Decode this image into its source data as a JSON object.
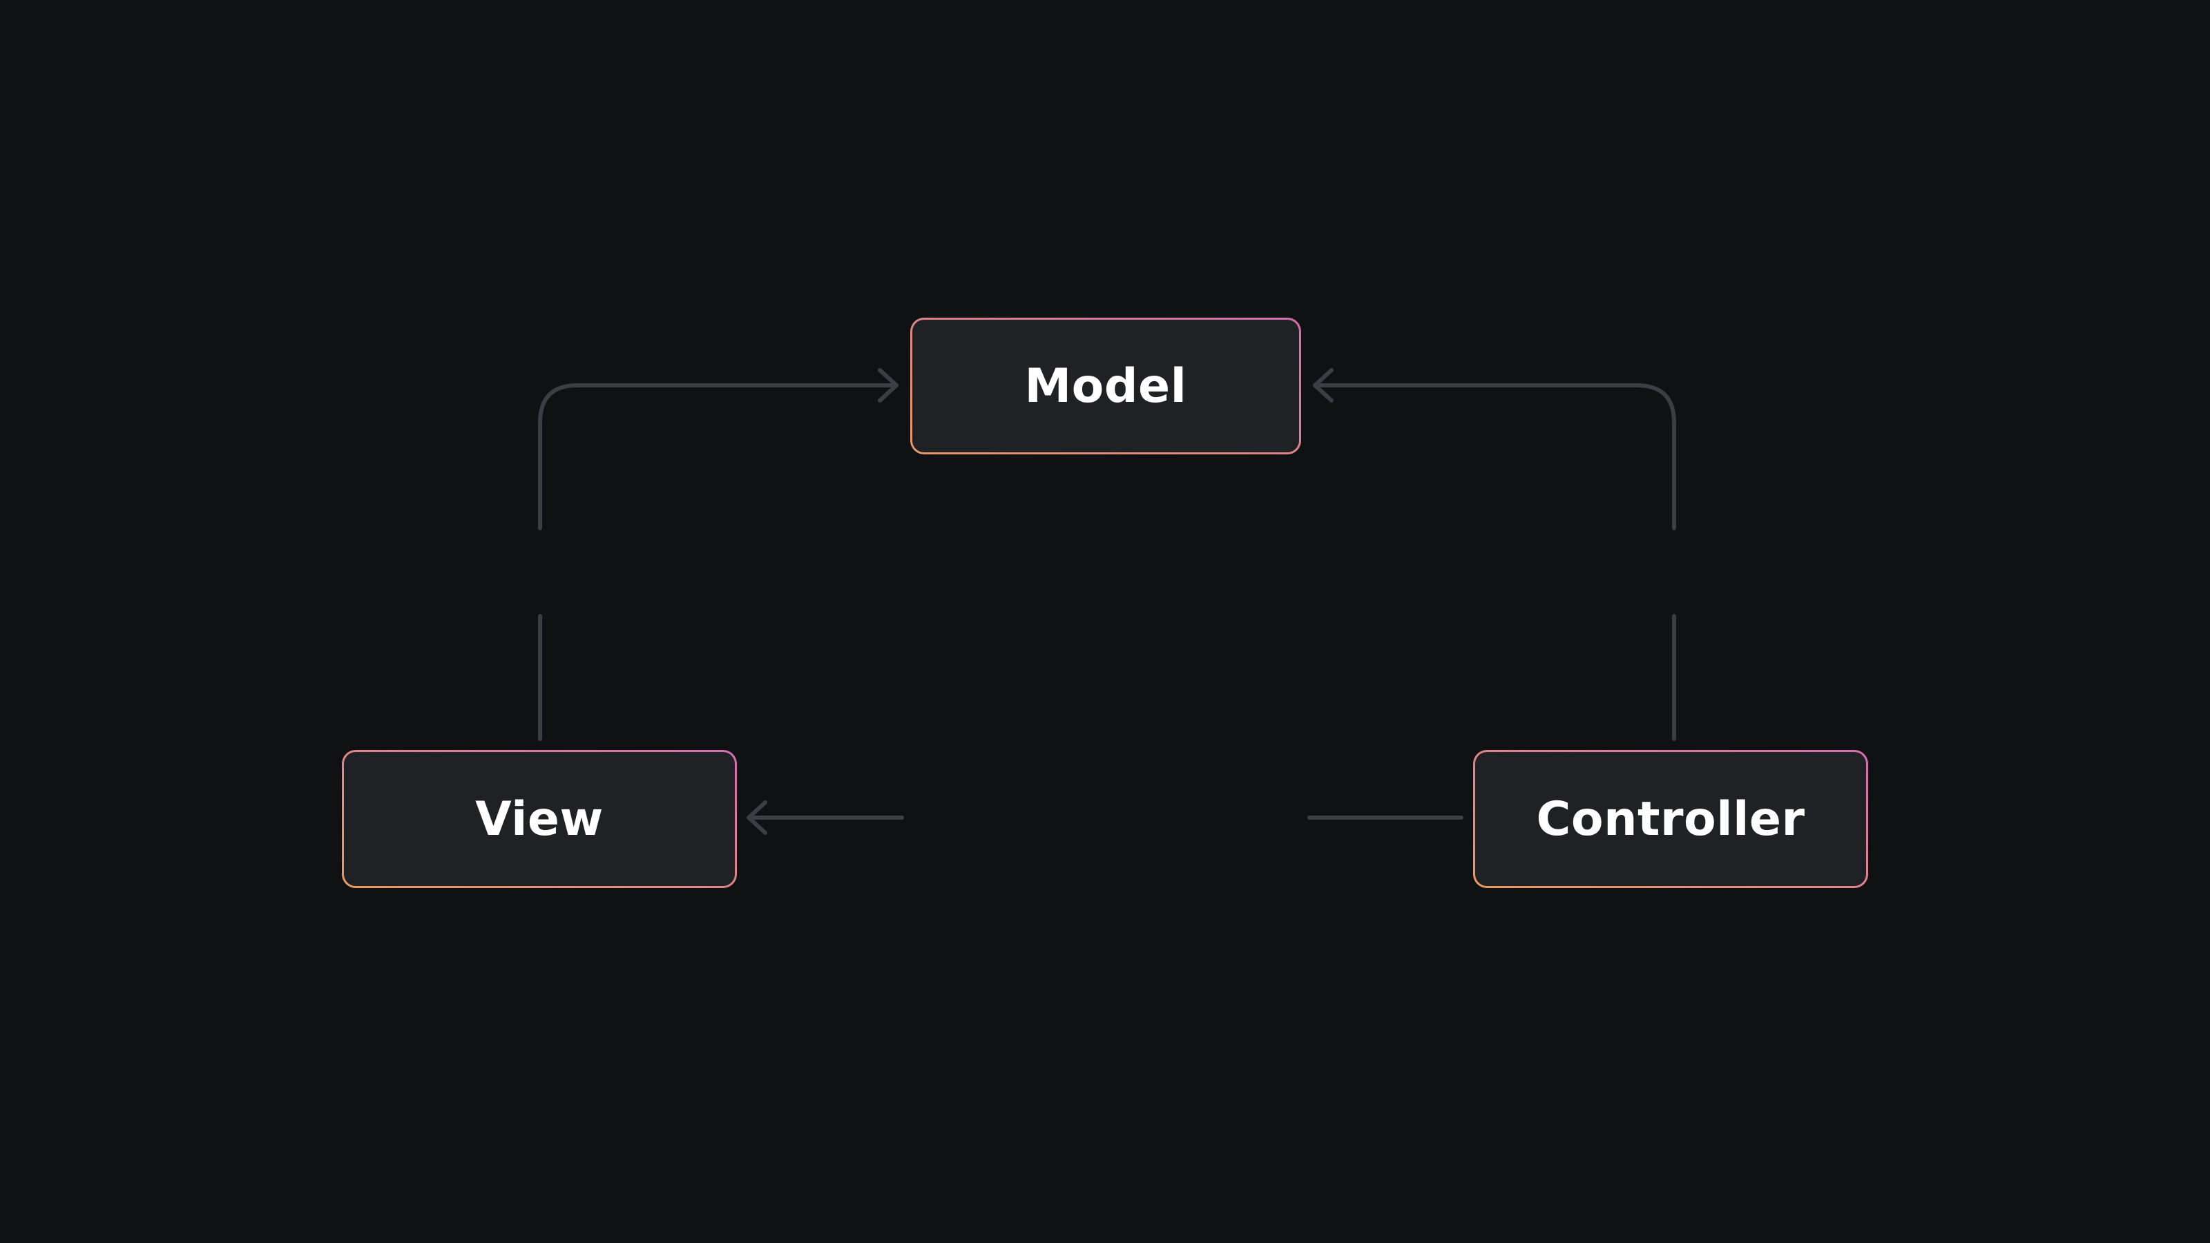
{
  "nodes": {
    "model": "Model",
    "view": "View",
    "controller": "Controller"
  },
  "edges": {
    "view_to_model": "",
    "controller_to_model": "",
    "controller_to_view": ""
  },
  "colors": {
    "background": "#0f1113",
    "node_fill": "#1f2125",
    "node_border_start": "#e89a62",
    "node_border_end": "#d46fb0",
    "connector": "#3b3e44",
    "text": "#ffffff"
  }
}
